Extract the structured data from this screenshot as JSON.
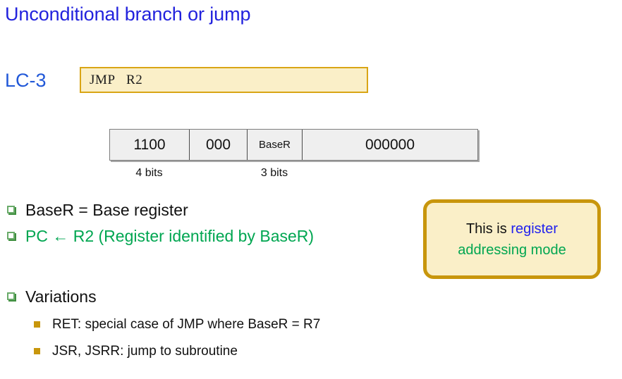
{
  "slide": {
    "title": "Unconditional branch or jump",
    "isa_label": "LC-3"
  },
  "assembly": {
    "instruction": "JMP   R2"
  },
  "encoding": {
    "fields": [
      {
        "value": "1100",
        "width_label": "4 bits"
      },
      {
        "value": "000",
        "width_label": ""
      },
      {
        "value": "BaseR",
        "width_label": "3 bits"
      },
      {
        "value": "000000",
        "width_label": ""
      }
    ]
  },
  "bullets": [
    {
      "text": "BaseR = Base register",
      "color": "black",
      "marker": "square-open"
    },
    {
      "text": "PC ← R2 (Register identified by BaseR)",
      "color": "green",
      "marker": "square-open"
    },
    {
      "text": "Variations",
      "color": "black",
      "marker": "square-open"
    }
  ],
  "subbullets": [
    {
      "text": "RET: special case of JMP where BaseR = R7",
      "marker": "square-filled"
    },
    {
      "text": "JSR, JSRR: jump to subroutine",
      "marker": "square-filled"
    }
  ],
  "callout": {
    "line1_plain": "This is ",
    "line1_highlight": "register",
    "line2": "addressing mode"
  },
  "colors": {
    "title_blue": "#2222dd",
    "isa_blue": "#2158d8",
    "green": "#00a651",
    "highlight_blue": "#2222ee",
    "gold_border": "#c8960c",
    "cream_fill": "#faefc8",
    "table_fill": "#efefef"
  }
}
